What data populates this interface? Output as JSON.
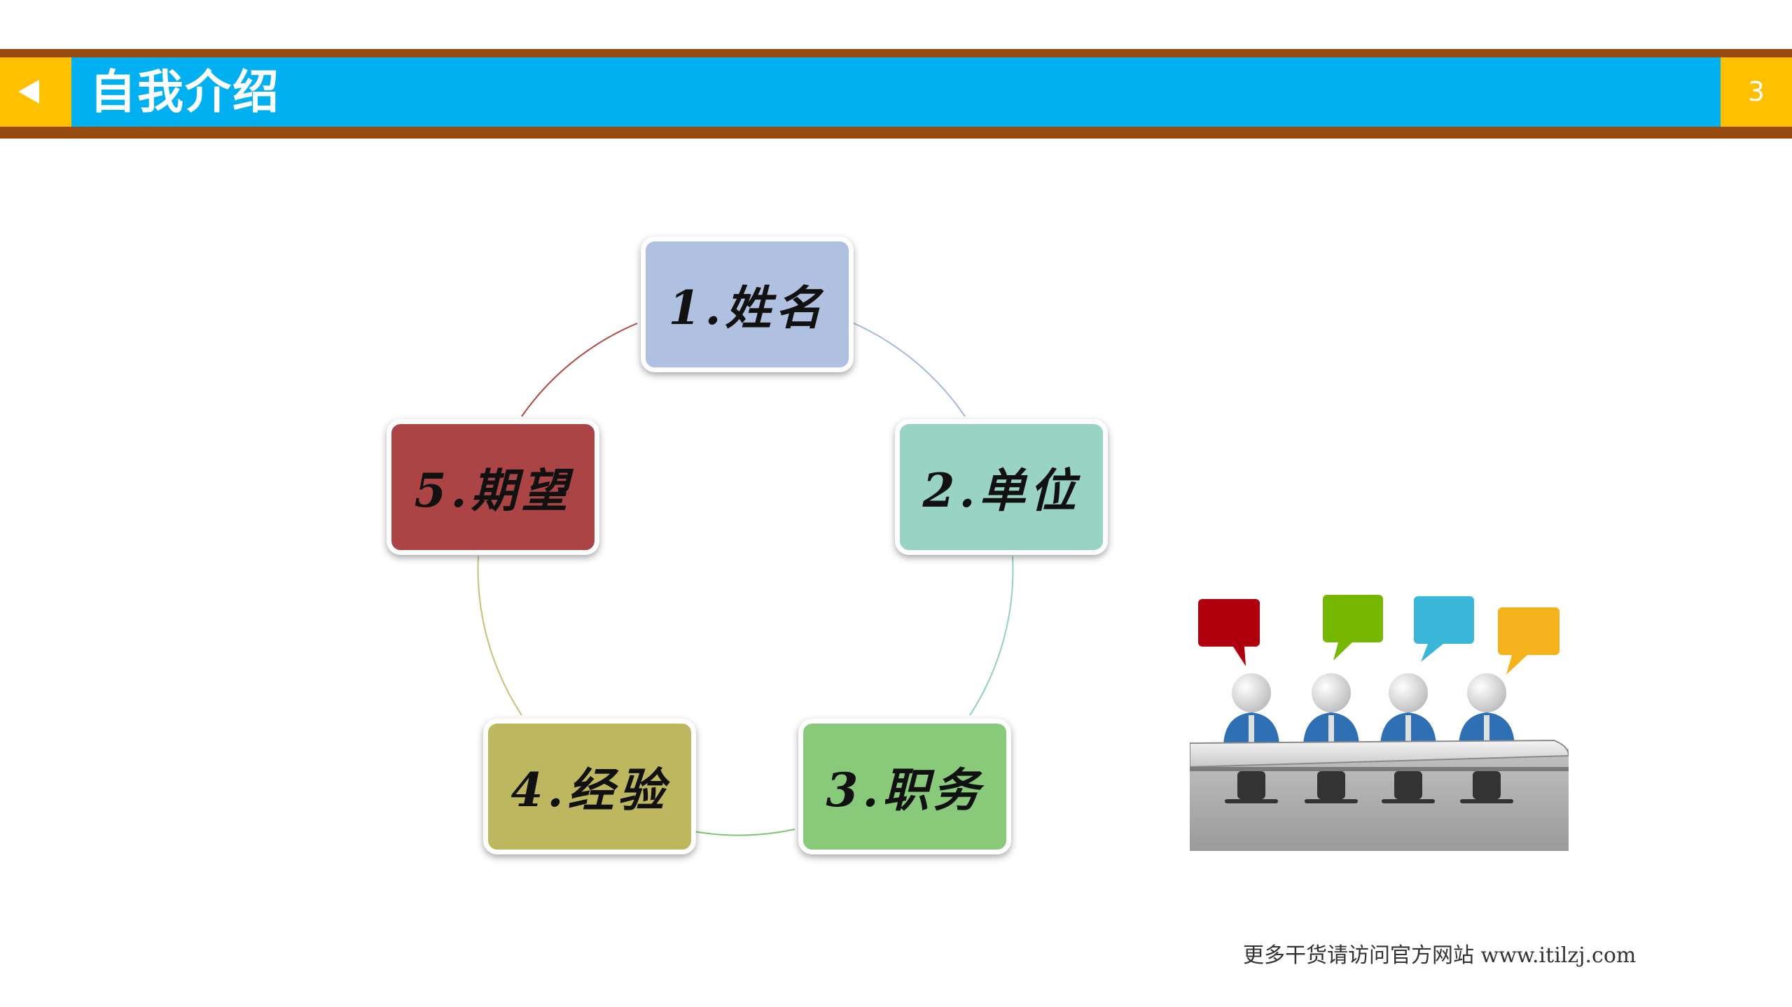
{
  "header": {
    "title": "自我介绍",
    "page_number": "3",
    "back_icon": "back-triangle-icon"
  },
  "diagram": {
    "items": [
      {
        "label": "1.姓名",
        "color": "#b0c0e0"
      },
      {
        "label": "2.单位",
        "color": "#98d3c3"
      },
      {
        "label": "3.职务",
        "color": "#88c97a"
      },
      {
        "label": "4.经验",
        "color": "#bdb85f"
      },
      {
        "label": "5.期望",
        "color": "#ab4444"
      }
    ]
  },
  "illustration": {
    "bubble_colors": [
      "#b00010",
      "#76b800",
      "#3ab6d8",
      "#f4b21c"
    ]
  },
  "footer": {
    "text": "更多干货请访问官方网站 www.itilzj.com"
  },
  "colors": {
    "header_blue": "#00b0f0",
    "header_brown": "#974b0f",
    "tab_yellow": "#ffc000"
  }
}
